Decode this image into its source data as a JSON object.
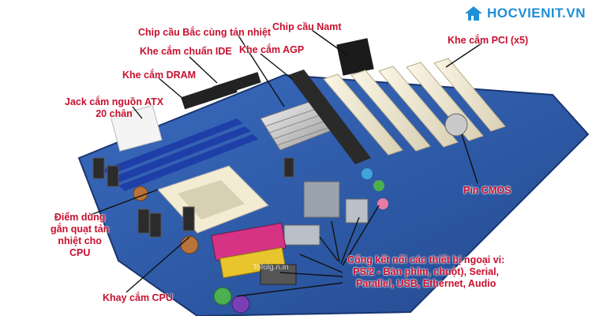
{
  "labels": {
    "chip_bac": "Chip cầu Bắc cùng tản nhiệt",
    "chip_nam": "Chip cầu Namt",
    "khe_ide": "Khe cắm chuẩn IDE",
    "khe_agp": "Khe cắm AGP",
    "khe_pci": "Khe cắm PCI (x5)",
    "khe_dram": "Khe cắm DRAM",
    "jack_atx_1": "Jack cắm nguồn ATX",
    "jack_atx_2": "20 chân",
    "pin_cmos": "Pin CMOS",
    "diem_quat_1": "Điểm dùng",
    "diem_quat_2": "gắn quạt tản",
    "diem_quat_3": "nhiệt cho",
    "diem_quat_4": "CPU",
    "khay_cpu": "Khay cắm CPU",
    "cong_1": "Cổng kết nối các thiết bị ngoại vi:",
    "cong_2": "PS/2 - Bàn phím, chuột), Serial,",
    "cong_3": "Parallel, USB, Ethernet, Audio"
  },
  "logo": {
    "text": "HOCVIENIT.VN"
  },
  "watermark": "Tofolg.n.in",
  "colors": {
    "board": "#2c5aa6",
    "label": "#c8102e",
    "brand": "#1f8fd6"
  }
}
